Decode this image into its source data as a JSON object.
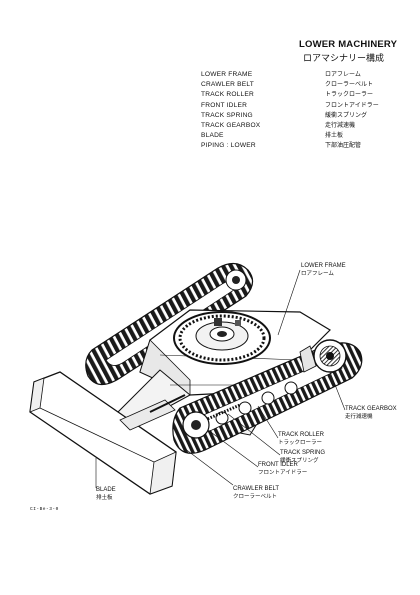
{
  "page": {
    "title": "LOWER MACHINERY",
    "subtitle": "ロアマシナリー構成"
  },
  "parts": [
    {
      "en": "LOWER FRAME",
      "ja": "ロアフレーム"
    },
    {
      "en": "CRAWLER BELT",
      "ja": "クローラーベルト"
    },
    {
      "en": "TRACK ROLLER",
      "ja": "トラックローラー"
    },
    {
      "en": "FRONT IDLER",
      "ja": "フロントアイドラー"
    },
    {
      "en": "TRACK SPRING",
      "ja": "緩衝スプリング"
    },
    {
      "en": "TRACK GEARBOX",
      "ja": "走行減速機"
    },
    {
      "en": "BLADE",
      "ja": "排土板"
    },
    {
      "en": "PIPING : LOWER",
      "ja": "下部油圧配管"
    }
  ],
  "callouts": {
    "lower_frame": {
      "en": "LOWER FRAME",
      "ja": "ロアフレーム"
    },
    "track_gearbox": {
      "en": "TRACK GEARBOX",
      "ja": "走行減速機"
    },
    "track_roller": {
      "en": "TRACK ROLLER",
      "ja": "トラックローラー"
    },
    "track_spring": {
      "en": "TRACK SPRING",
      "ja": "緩衝スプリング"
    },
    "front_idler": {
      "en": "FRONT IDLER",
      "ja": "フロントアイドラー"
    },
    "blade": {
      "en": "BLADE",
      "ja": "排土板"
    },
    "crawler_belt": {
      "en": "CRAWLER BELT",
      "ja": "クローラーベルト"
    }
  },
  "figure_code": "CI-Be-3-0"
}
